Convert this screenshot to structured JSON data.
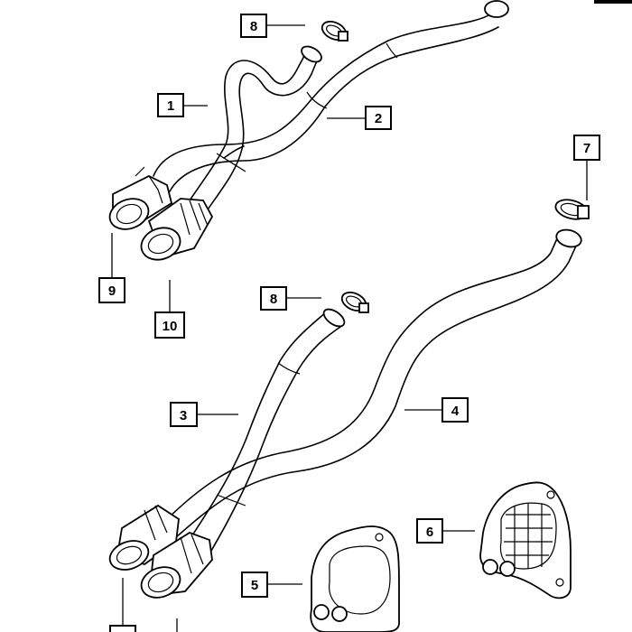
{
  "callouts": [
    {
      "id": "c8a",
      "label": "8"
    },
    {
      "id": "c1",
      "label": "1"
    },
    {
      "id": "c2",
      "label": "2"
    },
    {
      "id": "c7",
      "label": "7"
    },
    {
      "id": "c9",
      "label": "9"
    },
    {
      "id": "c10",
      "label": "10"
    },
    {
      "id": "c8b",
      "label": "8"
    },
    {
      "id": "c3",
      "label": "3"
    },
    {
      "id": "c4",
      "label": "4"
    },
    {
      "id": "c6",
      "label": "6"
    },
    {
      "id": "c5",
      "label": "5"
    }
  ],
  "colors": {
    "line": "#000000",
    "background": "#ffffff"
  }
}
